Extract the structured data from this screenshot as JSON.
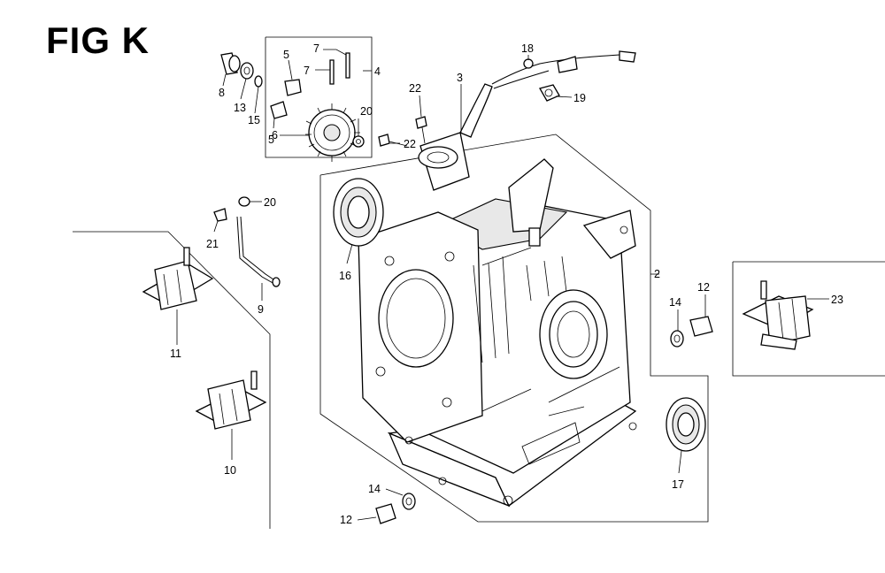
{
  "figure": {
    "title": "FIG K"
  },
  "callouts": [
    {
      "id": "c7a",
      "label": "7"
    },
    {
      "id": "c18",
      "label": "18"
    },
    {
      "id": "c5a",
      "label": "5"
    },
    {
      "id": "c7b",
      "label": "7"
    },
    {
      "id": "c4",
      "label": "4"
    },
    {
      "id": "c3",
      "label": "3"
    },
    {
      "id": "c22a",
      "label": "22"
    },
    {
      "id": "c19",
      "label": "19"
    },
    {
      "id": "c8",
      "label": "8"
    },
    {
      "id": "c13",
      "label": "13"
    },
    {
      "id": "c15",
      "label": "15"
    },
    {
      "id": "c6",
      "label": "6"
    },
    {
      "id": "c20a",
      "label": "20"
    },
    {
      "id": "c5b",
      "label": "5"
    },
    {
      "id": "c22b",
      "label": "22"
    },
    {
      "id": "c20b",
      "label": "20"
    },
    {
      "id": "c21",
      "label": "21"
    },
    {
      "id": "c16",
      "label": "16"
    },
    {
      "id": "c9",
      "label": "9"
    },
    {
      "id": "c2",
      "label": "2"
    },
    {
      "id": "c14a",
      "label": "14"
    },
    {
      "id": "c12a",
      "label": "12"
    },
    {
      "id": "c23",
      "label": "23"
    },
    {
      "id": "c11",
      "label": "11"
    },
    {
      "id": "c10",
      "label": "10"
    },
    {
      "id": "c17",
      "label": "17"
    },
    {
      "id": "c14b",
      "label": "14"
    },
    {
      "id": "c12b",
      "label": "12"
    }
  ]
}
